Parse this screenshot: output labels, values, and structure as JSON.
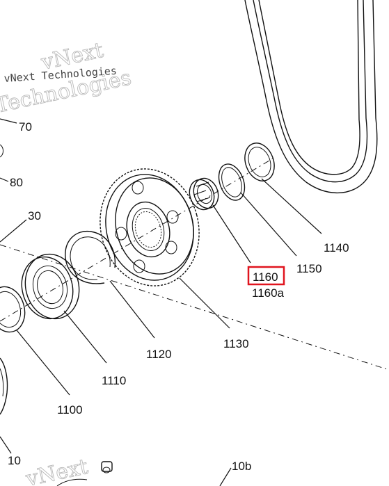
{
  "watermark": {
    "line1": "vNext",
    "line2": "vNext Technologies",
    "line3": "Technologies",
    "bottom": "vNext"
  },
  "callouts": {
    "c70": "70",
    "c80": "80",
    "c30": "30",
    "c10": "10",
    "c10b": "10b",
    "c1100": "1100",
    "c1110": "1110",
    "c1120": "1120",
    "c1130": "1130",
    "c1140": "1140",
    "c1150": "1150",
    "c1160": "1160",
    "c1160a": "1160a"
  },
  "highlight": {
    "part": "1160",
    "color": "#e0141e"
  }
}
